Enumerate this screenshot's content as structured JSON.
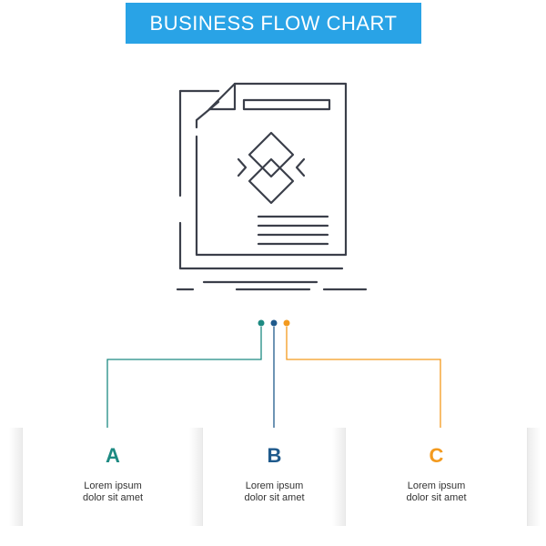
{
  "title": "BUSINESS FLOW CHART",
  "colors": {
    "banner": "#29a3e6",
    "a": "#1d8a82",
    "b": "#1f5a8c",
    "c": "#f39a1e",
    "icon_stroke": "#3b3f4a"
  },
  "icon": "document-shapes-icon",
  "steps": [
    {
      "letter": "A",
      "text": "Lorem ipsum\ndolor sit amet"
    },
    {
      "letter": "B",
      "text": "Lorem ipsum\ndolor sit amet"
    },
    {
      "letter": "C",
      "text": "Lorem ipsum\ndolor sit amet"
    }
  ]
}
